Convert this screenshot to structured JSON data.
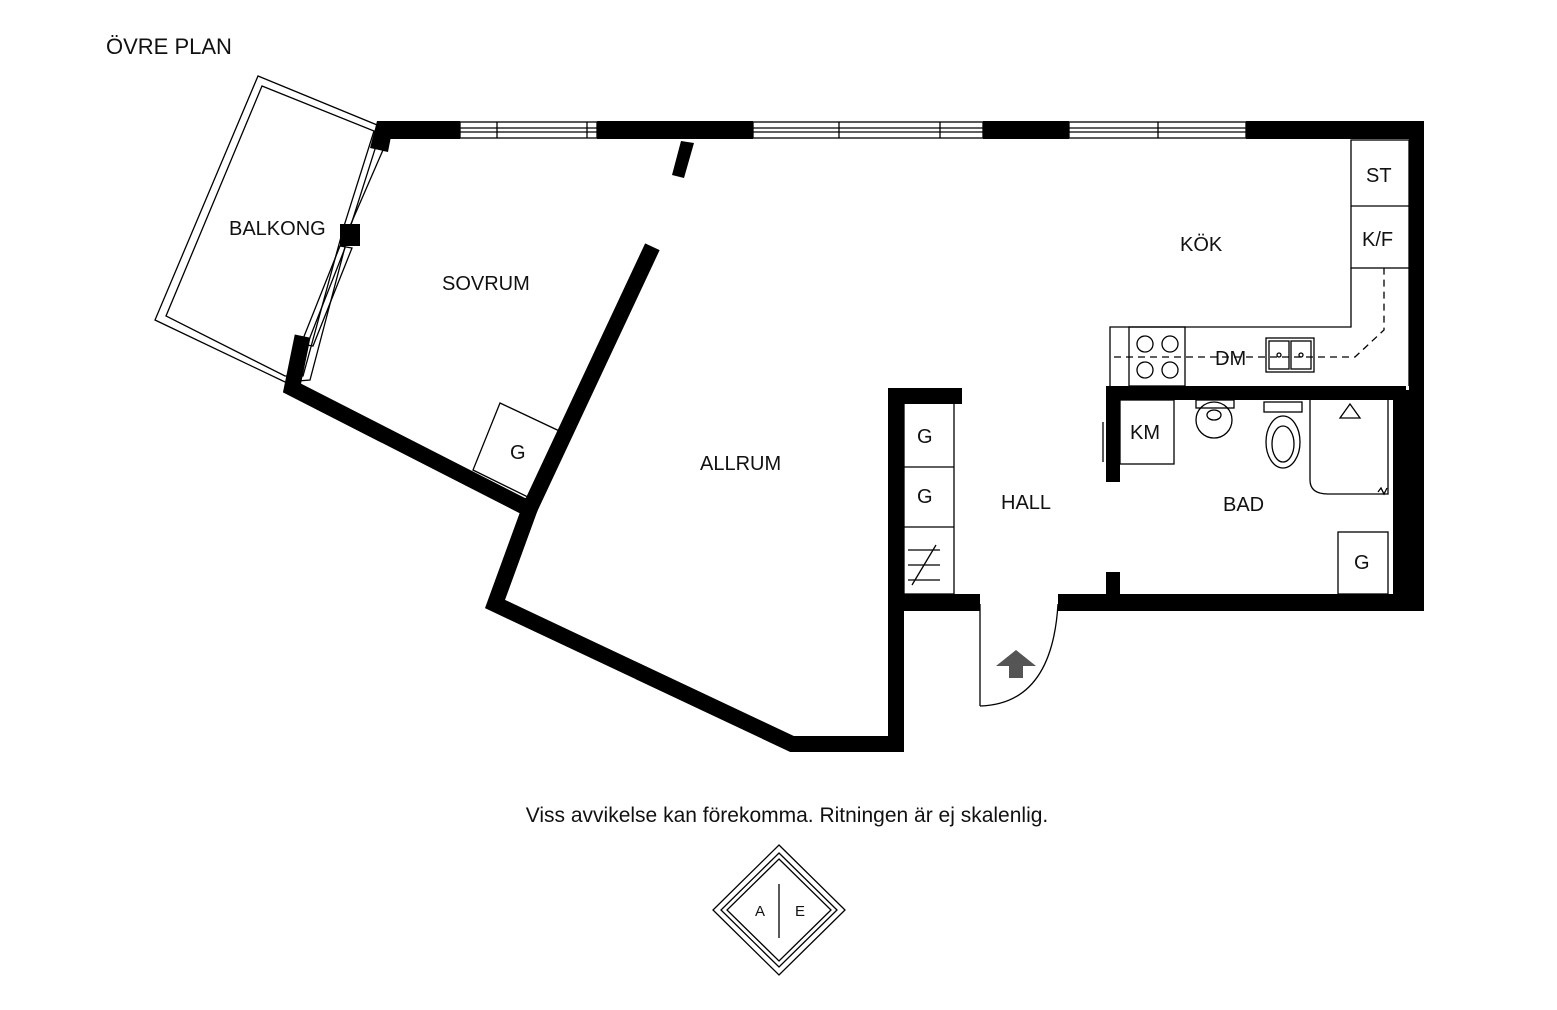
{
  "plan": {
    "title": "ÖVRE PLAN",
    "disclaimer": "Viss avvikelse kan förekomma. Ritningen är ej skalenlig.",
    "rooms": {
      "balkong": "BALKONG",
      "sovrum": "SOVRUM",
      "allrum": "ALLRUM",
      "kok": "KÖK",
      "hall": "HALL",
      "bad": "BAD"
    },
    "fixtures": {
      "st": "ST",
      "kf": "K/F",
      "dm": "DM",
      "km": "KM",
      "garderob": "G"
    },
    "logo": {
      "left": "A",
      "right": "E"
    }
  }
}
